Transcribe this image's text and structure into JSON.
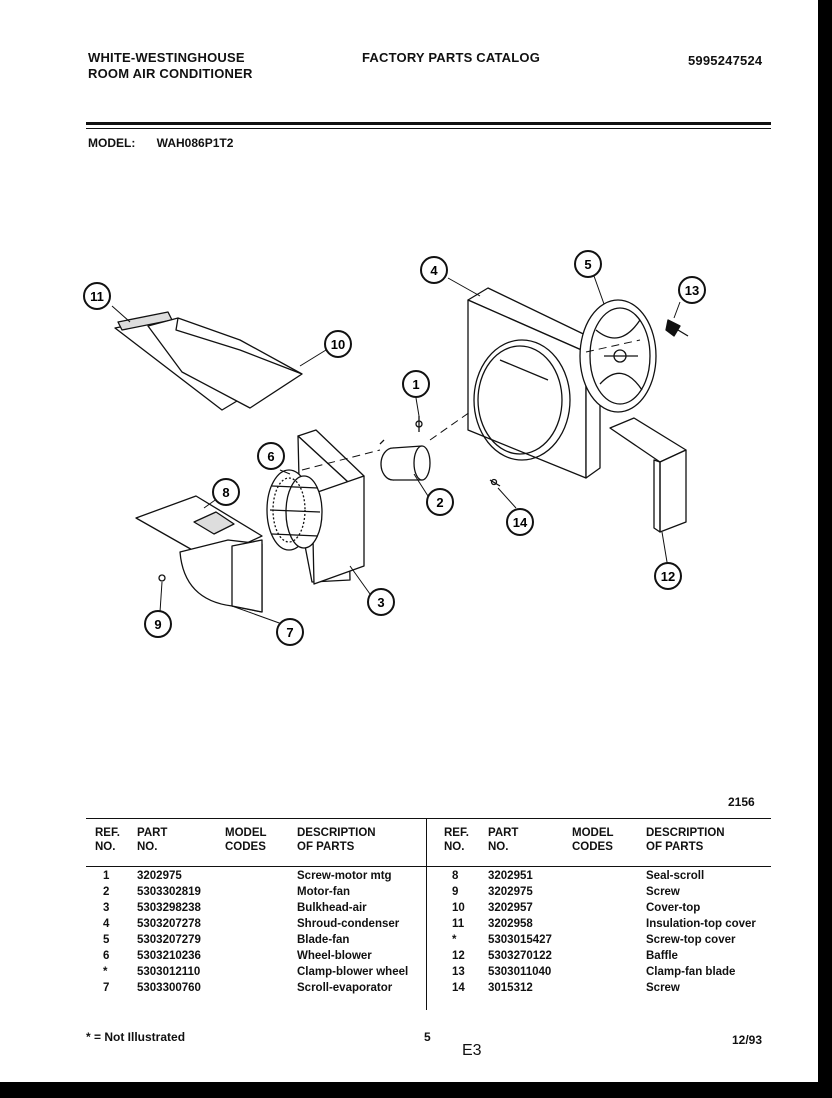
{
  "header": {
    "company": "WHITE-WESTINGHOUSE",
    "product": "ROOM AIR CONDITIONER",
    "catalog": "FACTORY PARTS CATALOG",
    "catalog_number": "5995247524"
  },
  "model": {
    "label": "MODEL:",
    "value": "WAH086P1T2"
  },
  "diagram": {
    "figure_number": "2156",
    "callouts": [
      "1",
      "2",
      "3",
      "4",
      "5",
      "6",
      "7",
      "8",
      "9",
      "10",
      "11",
      "12",
      "13",
      "14"
    ]
  },
  "table": {
    "headers": {
      "ref_1": "REF.",
      "ref_2": "NO.",
      "part_1": "PART",
      "part_2": "NO.",
      "model_1": "MODEL",
      "model_2": "CODES",
      "desc_1": "DESCRIPTION",
      "desc_2": "OF PARTS"
    },
    "left_rows": [
      {
        "ref": "1",
        "part": "3202975",
        "codes": "",
        "desc": "Screw-motor mtg"
      },
      {
        "ref": "2",
        "part": "5303302819",
        "codes": "",
        "desc": "Motor-fan"
      },
      {
        "ref": "3",
        "part": "5303298238",
        "codes": "",
        "desc": "Bulkhead-air"
      },
      {
        "ref": "4",
        "part": "5303207278",
        "codes": "",
        "desc": "Shroud-condenser"
      },
      {
        "ref": "5",
        "part": "5303207279",
        "codes": "",
        "desc": "Blade-fan"
      },
      {
        "ref": "6",
        "part": "5303210236",
        "codes": "",
        "desc": "Wheel-blower"
      },
      {
        "ref": "*",
        "part": "5303012110",
        "codes": "",
        "desc": "Clamp-blower wheel"
      },
      {
        "ref": "7",
        "part": "5303300760",
        "codes": "",
        "desc": "Scroll-evaporator"
      }
    ],
    "right_rows": [
      {
        "ref": "8",
        "part": "3202951",
        "codes": "",
        "desc": "Seal-scroll"
      },
      {
        "ref": "9",
        "part": "3202975",
        "codes": "",
        "desc": "Screw"
      },
      {
        "ref": "10",
        "part": "3202957",
        "codes": "",
        "desc": "Cover-top"
      },
      {
        "ref": "11",
        "part": "3202958",
        "codes": "",
        "desc": "Insulation-top cover"
      },
      {
        "ref": "*",
        "part": "5303015427",
        "codes": "",
        "desc": "Screw-top cover"
      },
      {
        "ref": "12",
        "part": "5303270122",
        "codes": "",
        "desc": "Baffle"
      },
      {
        "ref": "13",
        "part": "5303011040",
        "codes": "",
        "desc": "Clamp-fan blade"
      },
      {
        "ref": "14",
        "part": "3015312",
        "codes": "",
        "desc": "Screw"
      }
    ]
  },
  "footer": {
    "note": "* = Not Illustrated",
    "page": "5",
    "code": "E3",
    "date": "12/93"
  }
}
